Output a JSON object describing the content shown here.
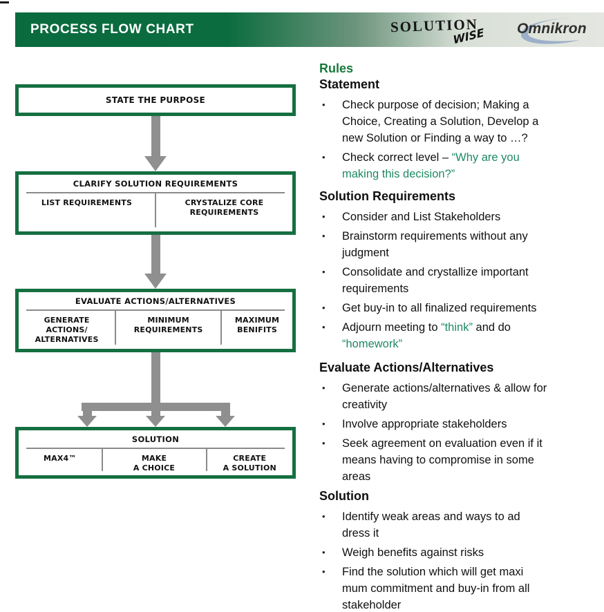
{
  "colors": {
    "header_green": "#0a6b3e",
    "box_border_green": "#156f41",
    "heading_green": "#17793b",
    "quote_green": "#1e8a62",
    "arrow_gray": "#8f8f8f",
    "swoosh_blue": "#9db0c9"
  },
  "header": {
    "title": "PROCESS FLOW CHART",
    "brand_top": "SOLUTION",
    "brand_script": "WISE",
    "logo_text": "Omnikron"
  },
  "flow": {
    "box1": {
      "title": "STATE THE PURPOSE"
    },
    "box2": {
      "title": "CLARIFY SOLUTION REQUIREMENTS",
      "cell1": "LIST REQUIREMENTS",
      "cell2": "CRYSTALIZE CORE\nREQUIREMENTS"
    },
    "box3": {
      "title": "EVALUATE ACTIONS/ALTERNATIVES",
      "cell1": "GENERATE\nACTIONS/\nALTERNATIVES",
      "cell2": "MINIMUM\nREQUIREMENTS",
      "cell3": "MAXIMUM\nBENIFITS"
    },
    "box4": {
      "title": "SOLUTION",
      "cell1": "MAX4™",
      "cell2": "MAKE\nA CHOICE",
      "cell3": "CREATE\nA SOLUTION"
    }
  },
  "rules": {
    "title": "Rules",
    "bullet_char": "•",
    "sections": [
      {
        "heading": "Statement",
        "bullets": [
          {
            "parts": [
              {
                "t": "Check purpose of decision; Making a\nChoice, Creating a Solution, Develop a\nnew Solution or Finding a way to …?",
                "c": "black"
              }
            ]
          },
          {
            "parts": [
              {
                "t": "Check correct level – ",
                "c": "black"
              },
              {
                "t": "“Why are you\nmaking this decision?”",
                "c": "green"
              }
            ]
          }
        ]
      },
      {
        "heading": "Solution Requirements",
        "bullets": [
          {
            "parts": [
              {
                "t": "Consider and List Stakeholders",
                "c": "black"
              }
            ]
          },
          {
            "parts": [
              {
                "t": "Brainstorm requirements without any\njudgment",
                "c": "black"
              }
            ]
          },
          {
            "parts": [
              {
                "t": "Consolidate and crystallize important\nrequirements",
                "c": "black"
              }
            ]
          },
          {
            "parts": [
              {
                "t": "Get buy-in to all finalized requirements",
                "c": "black"
              }
            ]
          },
          {
            "parts": [
              {
                "t": "Adjourn meeting to ",
                "c": "black"
              },
              {
                "t": "“think”",
                "c": "green"
              },
              {
                "t": " and do\n",
                "c": "black"
              },
              {
                "t": "“homework”",
                "c": "green"
              }
            ]
          }
        ]
      },
      {
        "heading": "Evaluate Actions/Alternatives",
        "bullets": [
          {
            "parts": [
              {
                "t": "Generate actions/alternatives & allow for\ncreativity",
                "c": "black"
              }
            ]
          },
          {
            "parts": [
              {
                "t": "Involve appropriate stakeholders",
                "c": "black"
              }
            ]
          },
          {
            "parts": [
              {
                "t": "Seek agreement on evaluation even if it\nmeans having to compromise in some\nareas",
                "c": "black"
              }
            ]
          }
        ]
      },
      {
        "heading": "Solution",
        "bullets": [
          {
            "parts": [
              {
                "t": "Identify weak areas and ways to ad\ndress it",
                "c": "black"
              }
            ]
          },
          {
            "parts": [
              {
                "t": "Weigh benefits against risks",
                "c": "black"
              }
            ]
          },
          {
            "parts": [
              {
                "t": "Find the solution which will get maxi\nmum commitment and buy-in from all\nstakeholder",
                "c": "black"
              }
            ]
          }
        ]
      }
    ]
  }
}
